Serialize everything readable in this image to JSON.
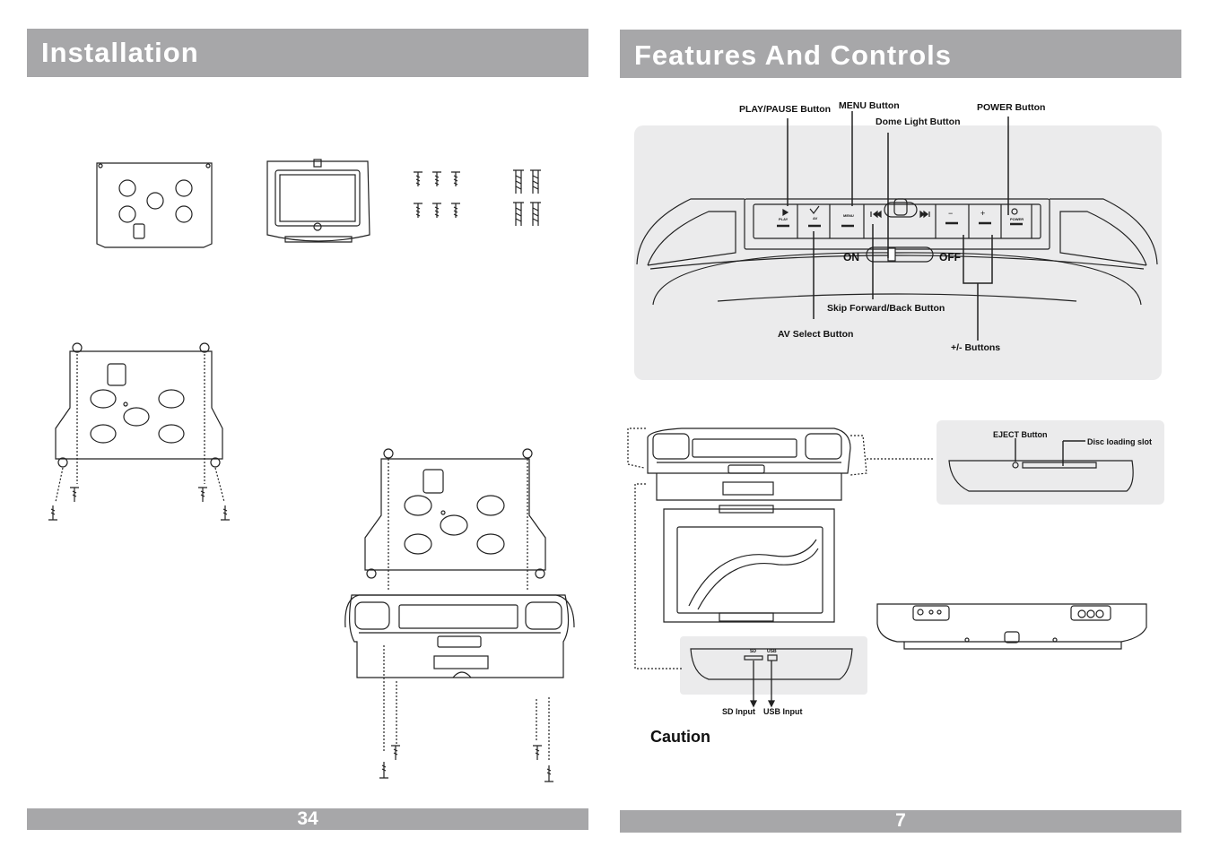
{
  "left_page": {
    "title": "Installation",
    "page_number": "34"
  },
  "right_page": {
    "title": "Features And Controls",
    "page_number": "7",
    "control_labels": {
      "play_pause": "PLAY/PAUSE Button",
      "menu": "MENU Button",
      "dome_light": "Dome Light Button",
      "power": "POWER Button",
      "skip": "Skip Forward/Back Button",
      "av_select": "AV Select Button",
      "plus_minus": "+/- Buttons"
    },
    "slider": {
      "on": "ON",
      "off": "OFF"
    },
    "panel_button_texts": {
      "play": "PLAY",
      "av": "AV",
      "menu": "MENU",
      "power": "POWER",
      "minus": "−",
      "plus": "+"
    },
    "eject_label": "EJECT Button",
    "disc_slot_label": "Disc loading slot",
    "sd_label": "SD Input",
    "usb_label": "USB Input",
    "sd_mark": "SD",
    "usb_mark": "USB",
    "caution": "Caution"
  },
  "colors": {
    "bar": "#a7a7a9",
    "panel": "#ebebec",
    "line": "#111111"
  }
}
